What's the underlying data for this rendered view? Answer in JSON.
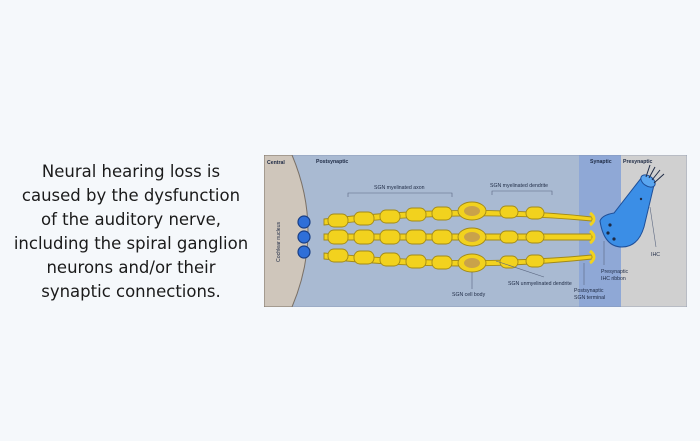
{
  "caption": {
    "lines": [
      "Neural hearing loss is",
      "caused by the dysfunction",
      "of the auditory nerve,",
      "including the spiral ganglion",
      "neurons and/or their",
      "synaptic connections."
    ]
  },
  "diagram": {
    "regions": {
      "central": "Central",
      "postsynaptic": "Postsynaptic",
      "synaptic": "Synaptic",
      "presynaptic": "Presynaptic"
    },
    "labels": {
      "cochlear_nucleus": "Cochlear nucleus",
      "myelinated_axon": "SGN myelinated axon",
      "myelinated_dendrite": "SGN myelinated dendrite",
      "cell_body": "SGN cell body",
      "unmyelinated_dendrite": "SGN unmyelinated dendrite",
      "postsynaptic_terminal_1": "Postsynaptic",
      "postsynaptic_terminal_2": "SGN terminal",
      "ribbon_1": "Presynaptic",
      "ribbon_2": "IHC ribbon",
      "ihc": "IHC"
    },
    "colors": {
      "fiber": "#f2d21e",
      "fiber_outline": "#a28a18",
      "cell_body": "#c9a24a",
      "nucleus_dot": "#2f6fd8",
      "ihc": "#3b8ee6",
      "postsynaptic_bg": "#a9bad2",
      "synaptic_bg": "#8fa8d6",
      "presynaptic_bg": "#d0d0d0"
    }
  }
}
